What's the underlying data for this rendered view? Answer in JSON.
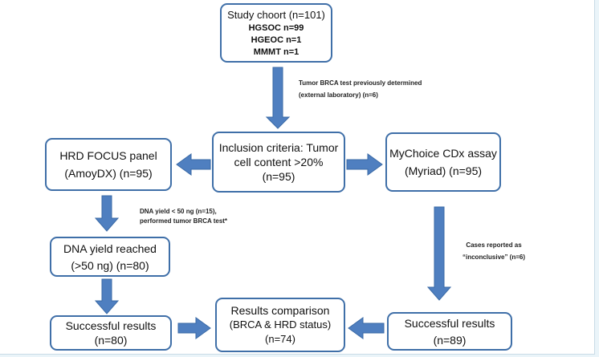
{
  "colors": {
    "box_border": "#3f6fa8",
    "arrow_fill": "#4f7fc0",
    "arrow_stroke": "#3a6aa6",
    "background": "#ffffff"
  },
  "boxes": {
    "study": {
      "title": "Study choort (n=101)",
      "lines": [
        "HGSOC n=99",
        "HGEOC n=1",
        "MMMT n=1"
      ]
    },
    "inclusion": {
      "lines": [
        "Inclusion criteria: Tumor",
        "cell content >20%",
        "(n=95)"
      ]
    },
    "hrd_focus": {
      "lines": [
        "HRD FOCUS panel",
        "(AmoyDX) (n=95)"
      ]
    },
    "mychoice": {
      "lines": [
        "MyChoice CDx assay",
        "(Myriad) (n=95)"
      ]
    },
    "dna_yield": {
      "lines": [
        "DNA yield reached",
        "(>50 ng) (n=80)"
      ]
    },
    "success_left": {
      "lines": [
        "Successful results",
        "(n=80)"
      ]
    },
    "comparison": {
      "lines": [
        "Results comparison",
        "(BRCA & HRD status)",
        "(n=74)"
      ]
    },
    "success_right": {
      "lines": [
        "Successful results",
        "(n=89)"
      ]
    }
  },
  "notes": {
    "brca_external": [
      "Tumor BRCA test previously determined",
      "(external laboratory) (n=6)"
    ],
    "dna_low": [
      "DNA yield < 50 ng (n=15),",
      "performed tumor BRCA test*"
    ],
    "inconclusive": [
      "Cases reported as",
      "“inconclusive” (n=6)"
    ]
  }
}
